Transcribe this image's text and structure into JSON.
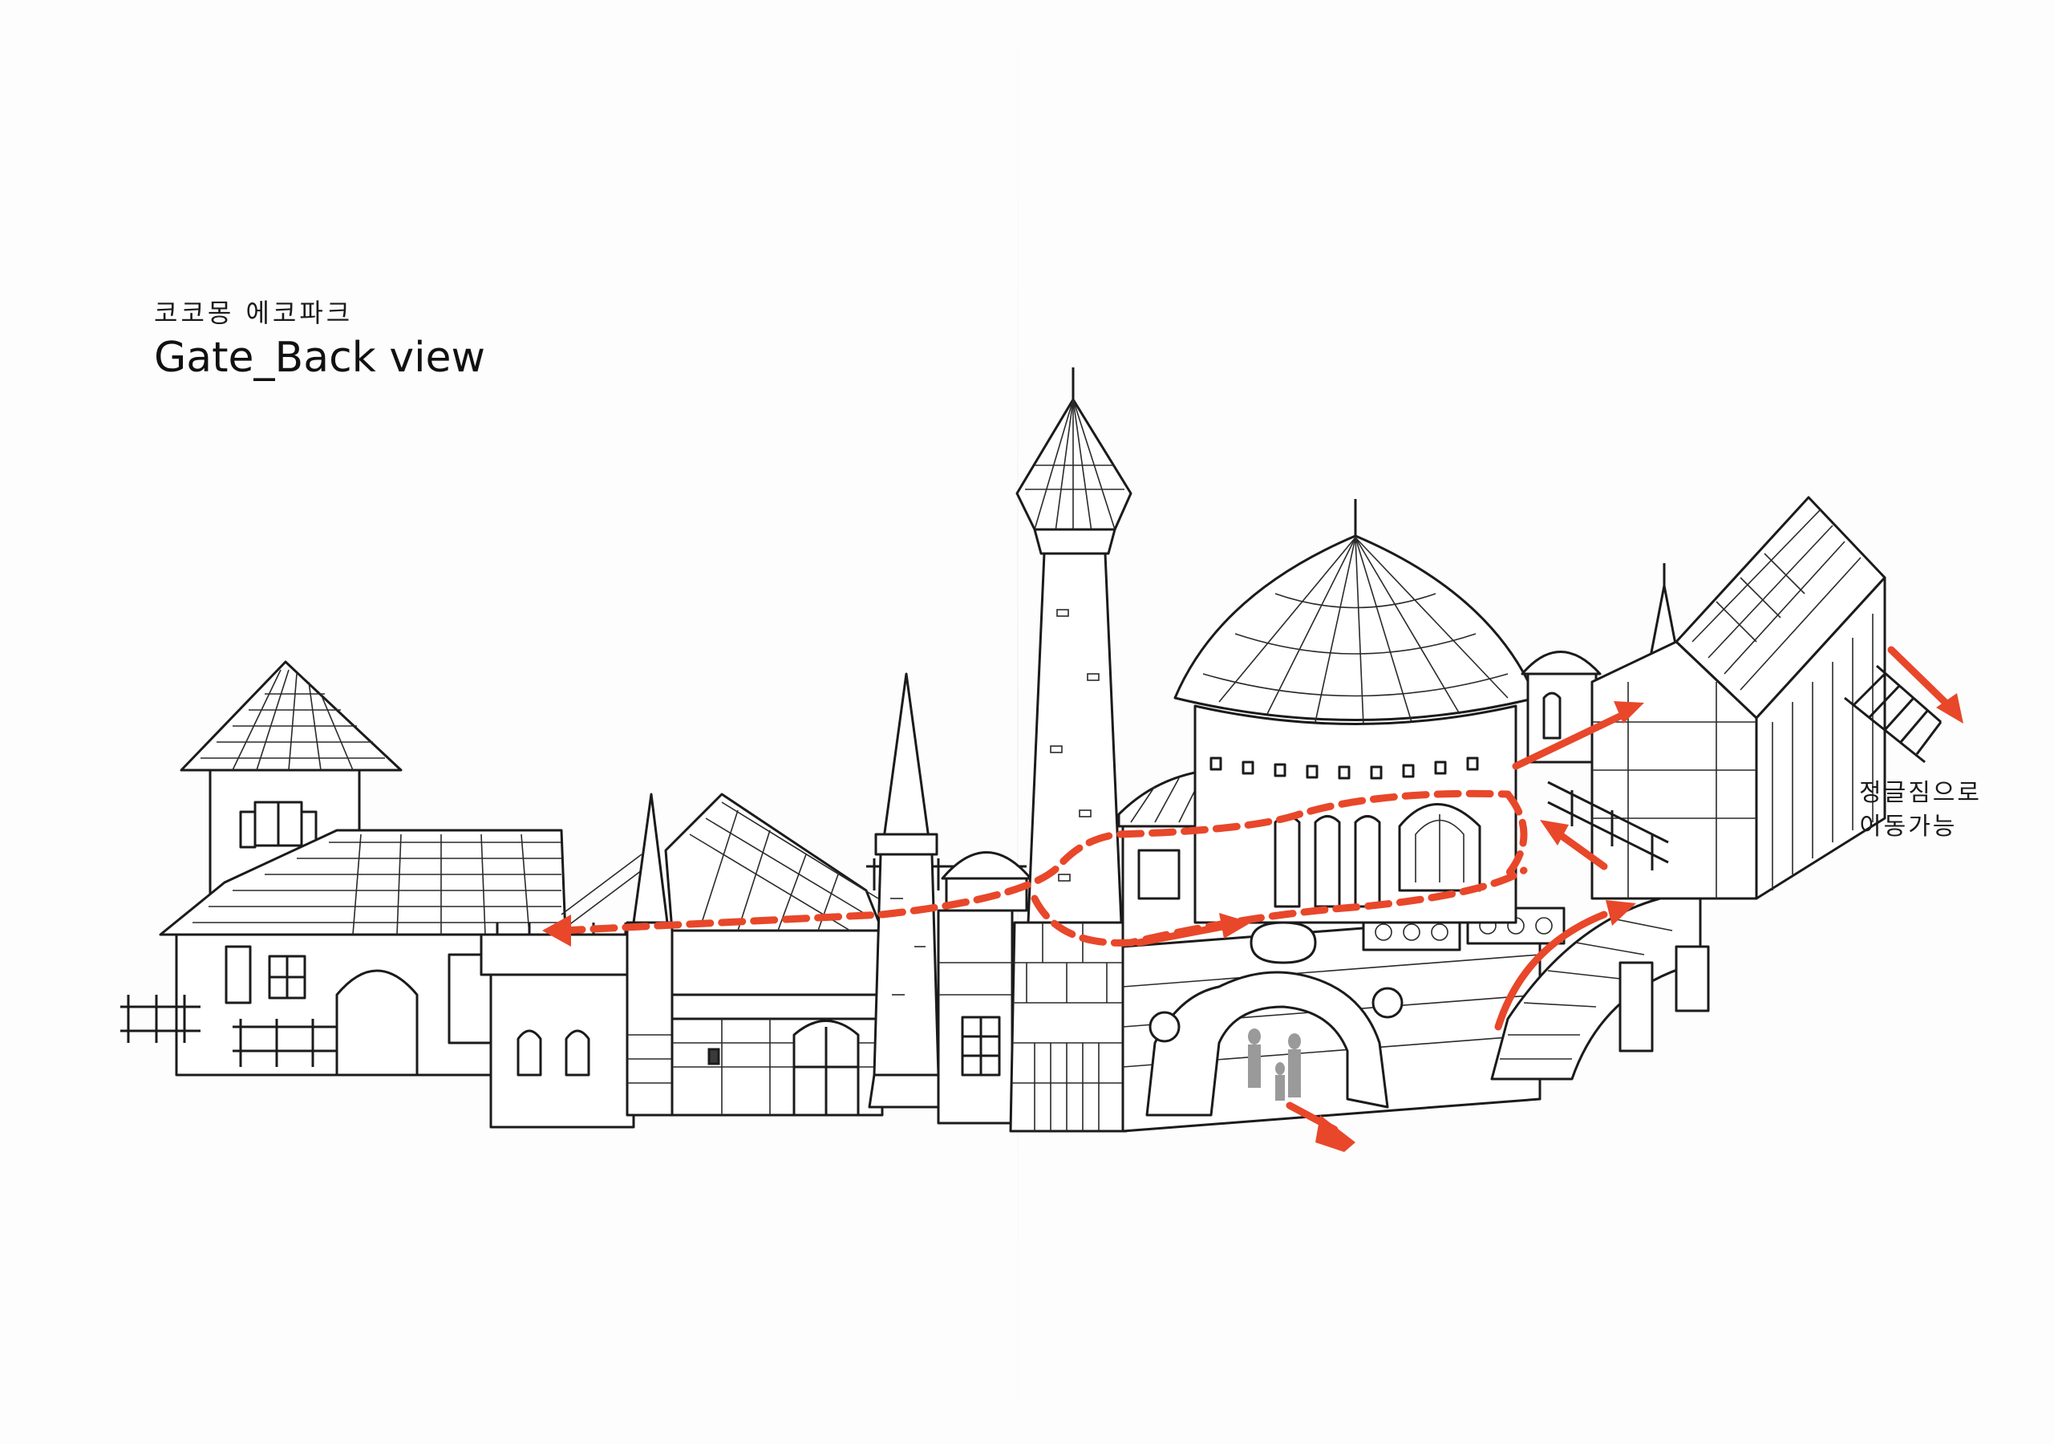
{
  "header": {
    "subtitle": "코코몽 에코파크",
    "title": "Gate_Back view"
  },
  "annotation": {
    "line1": "정글짐으로",
    "line2": "이동가능"
  },
  "colors": {
    "route": "#e8472a",
    "ink": "#1b1b1b",
    "paper": "#fdfdfd"
  },
  "icons": {
    "route_arrow": "arrow-icon"
  }
}
